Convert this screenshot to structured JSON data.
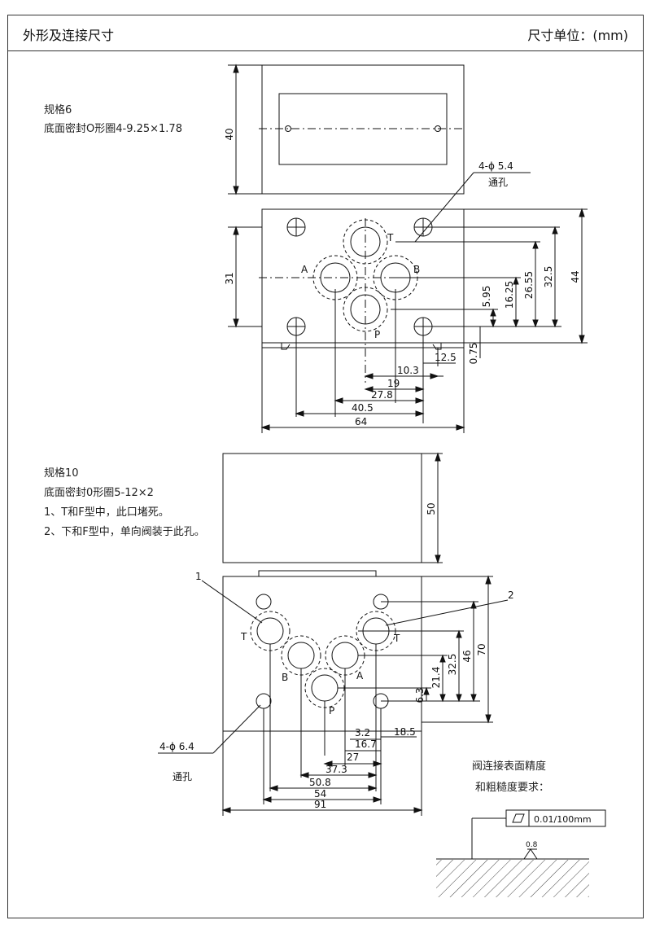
{
  "header": {
    "title": "外形及连接尺寸",
    "unit": "尺寸单位：(mm)"
  },
  "size6": {
    "label": "规格6",
    "seal": "底面密封O形圈4-9.25×1.78",
    "hole_note": "4-ϕ 5.4",
    "hole_type": "通孔",
    "ports": {
      "T": "T",
      "A": "A",
      "B": "B",
      "P": "P"
    },
    "dims": {
      "top_height": "40",
      "height_31": "31",
      "height_44": "44",
      "d_325": "32.5",
      "d_2655": "26.55",
      "d_1625": "16.25",
      "d_595": "5.95",
      "d_075": "0.75",
      "d_125": "12.5",
      "d_103": "10.3",
      "d_19": "19",
      "d_278": "27.8",
      "d_405": "40.5",
      "d_64": "64"
    }
  },
  "size10": {
    "label": "规格10",
    "seal": "底面密封0形圈5-12×2",
    "note1": "1、T和F型中，此口堵死。",
    "note2": "2、下和F型中，单向阀装于此孔。",
    "hole_note": "4-ϕ 6.4",
    "hole_type": "通孔",
    "callout1": "1",
    "callout2": "2",
    "ports": {
      "T1": "T",
      "T2": "T",
      "A": "A",
      "B": "B",
      "P": "P"
    },
    "dims": {
      "top_height": "50",
      "d_70": "70",
      "d_46": "46",
      "d_325": "32.5",
      "d_214": "21.4",
      "d_63": "6.3",
      "d_32": "3.2",
      "d_167": "16.7",
      "d_185": "18.5",
      "d_27": "27",
      "d_373": "37.3",
      "d_508": "50.8",
      "d_54": "54",
      "d_91": "91"
    }
  },
  "surface": {
    "line1": "阀连接表面精度",
    "line2": "和粗糙度要求：",
    "flatness": "0.01/100mm",
    "roughness": "0.8"
  }
}
